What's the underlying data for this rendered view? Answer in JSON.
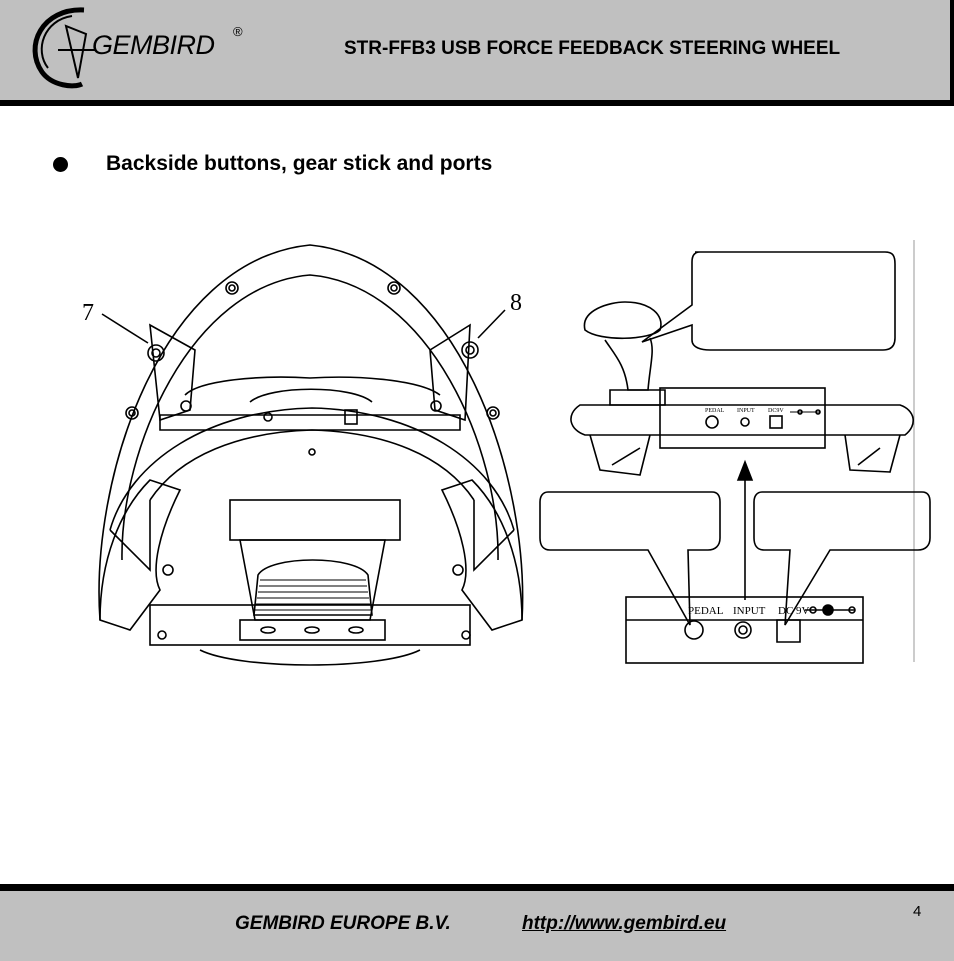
{
  "header": {
    "logo_text": "GEMBIRD",
    "logo_registered": "®",
    "title": "STR-FFB3 USB FORCE FEEDBACK STEERING WHEEL"
  },
  "section": {
    "title": "Backside buttons, gear stick and ports"
  },
  "figure": {
    "callout_7": "7",
    "callout_8": "8",
    "port_panel_small": {
      "pedal": "PEDAL",
      "input": "INPUT",
      "dc": "DC9V"
    },
    "port_panel_large": {
      "pedal": "PEDAL",
      "input": "INPUT",
      "dc": "DC 9V"
    }
  },
  "footer": {
    "company": "GEMBIRD EUROPE B.V.",
    "url": "http://www.gembird.eu",
    "page_number": "4"
  }
}
